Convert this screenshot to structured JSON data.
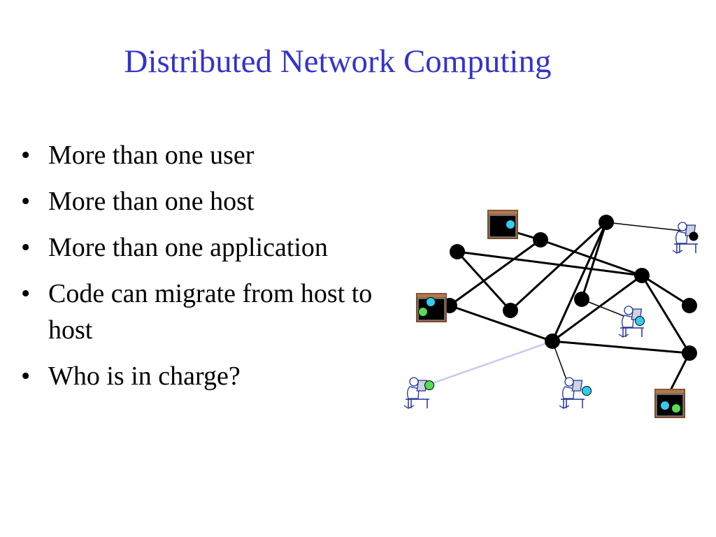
{
  "slide": {
    "title": "Distributed Network Computing",
    "bullet_glyph": "•",
    "bullets": [
      "More than one user",
      "More than one host",
      "More than one application",
      "Code can migrate from host to host",
      "Who is in charge?"
    ]
  },
  "diagram": {
    "colors": {
      "title": "#3333cc",
      "node": "#000000",
      "highlight_link": "#c8c8f0",
      "app_cyan": "#33ccee",
      "app_green": "#55dd55",
      "host_frame": "#7a4a2a"
    },
    "icons": [
      "host-computer-icon",
      "user-at-workstation-icon",
      "application-dot-icon"
    ]
  }
}
